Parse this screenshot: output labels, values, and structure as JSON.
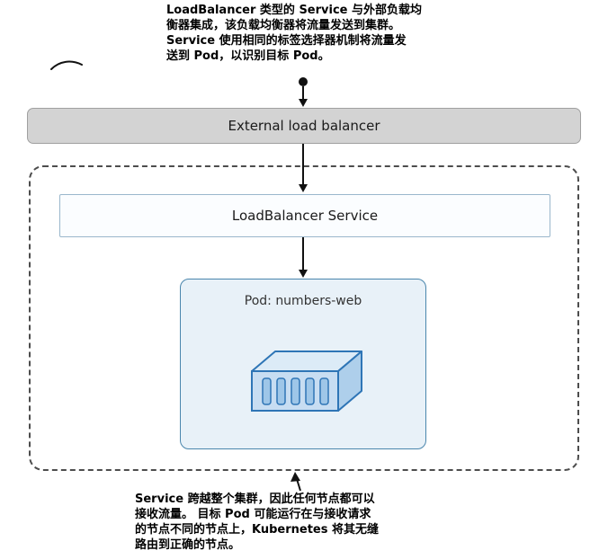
{
  "colors": {
    "accent_blue": "#2e75b6",
    "pod_fill": "#e8f1f8",
    "pod_border": "#4a86ad",
    "service_fill": "#fbfdff",
    "service_border": "#9ab7cc",
    "lb_fill": "#d3d3d3",
    "lb_border": "#a0a0a0",
    "cluster_dash": "#4d4d4d",
    "arrow": "#111111"
  },
  "annotations": {
    "top": {
      "lines": [
        "LoadBalancer 类型的 Service 与外部负载均",
        "衡器集成，该负载均衡器将流量发送到集群。",
        "Service 使用相同的标签选择器机制将流量发",
        "送到 Pod，以识别目标 Pod。"
      ]
    },
    "bottom": {
      "lines": [
        "Service 跨越整个集群，因此任何节点都可以",
        "接收流量。 目标 Pod 可能运行在与接收请求",
        "的节点不同的节点上，Kubernetes 将其无缝",
        "路由到正确的节点。"
      ]
    }
  },
  "diagram": {
    "external_lb_label": "External load balancer",
    "service_label": "LoadBalancer Service",
    "pod_label": "Pod: numbers-web",
    "container_icon": "container-icon"
  }
}
